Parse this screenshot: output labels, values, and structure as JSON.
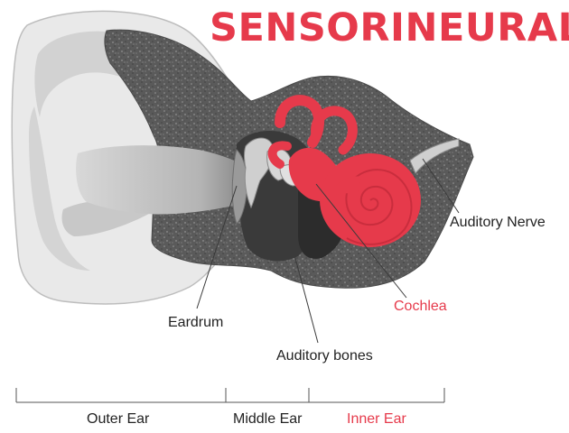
{
  "title": "SENSORINEURAL",
  "labels": {
    "auditory_nerve": "Auditory Nerve",
    "cochlea": "Cochlea",
    "eardrum": "Eardrum",
    "auditory_bones": "Auditory bones"
  },
  "sections": {
    "outer_ear": "Outer Ear",
    "middle_ear": "Middle Ear",
    "inner_ear": "Inner Ear"
  },
  "colors": {
    "accent": "#e63a4b",
    "text": "#222222",
    "skin": "#e6e6e6",
    "bone": "#555555",
    "cavity": "#3a3a3a"
  }
}
